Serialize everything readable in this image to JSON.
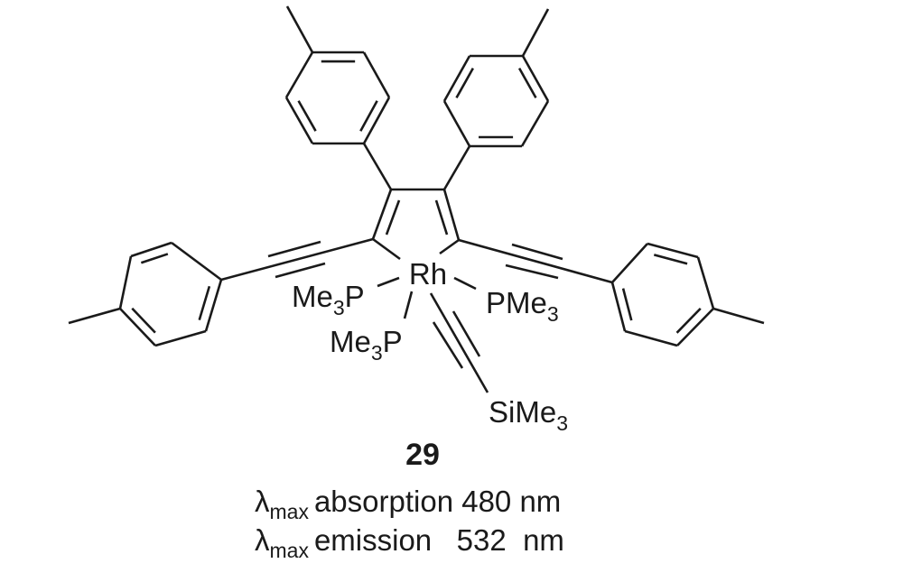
{
  "compound": {
    "metal": "Rh",
    "ligands": {
      "left_phosphine": {
        "prefix": "Me",
        "sub": "3",
        "suffix": "P"
      },
      "lower_phosphine": {
        "prefix": "Me",
        "sub": "3",
        "suffix": "P"
      },
      "right_phosphine": {
        "prefix": "PMe",
        "sub": "3"
      },
      "silyl": {
        "prefix": "SiMe",
        "sub": "3"
      }
    },
    "number": "29"
  },
  "properties": [
    {
      "symbol": "λ",
      "sub": "max",
      "label": "absorption 480 nm"
    },
    {
      "symbol": "λ",
      "sub": "max",
      "label": "emission   532  nm"
    }
  ]
}
